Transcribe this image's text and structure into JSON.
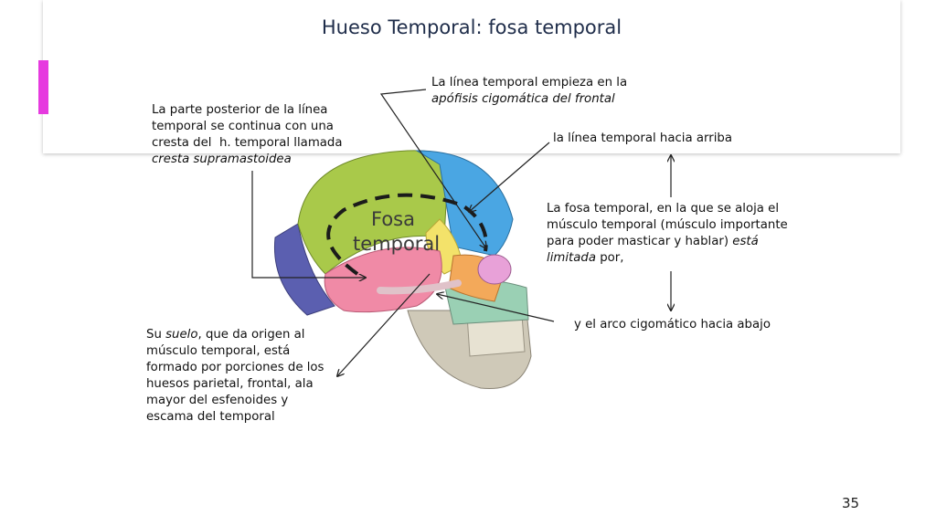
{
  "slide": {
    "title": "Hueso Temporal: fosa temporal",
    "number": "35"
  },
  "image_labels": {
    "line1": "Fosa",
    "line2": "temporal"
  },
  "notes": {
    "linea_inicio": {
      "text": "La línea temporal empieza en la",
      "em": "apófisis cigomática del frontal"
    },
    "posterior": {
      "line1": "La parte posterior de la línea",
      "line2": "temporal se continua con una",
      "line3": "cresta del  h. temporal llamada",
      "em": "cresta supramastoidea"
    },
    "arriba": "la línea temporal hacia arriba",
    "fosa": {
      "line1": "La fosa temporal, en la que se aloja el",
      "line2": "músculo temporal (músculo importante",
      "line3_a": "para poder masticar y hablar)",
      "line3_em": "está",
      "line4_em": "limitada",
      "line4_b": "por,"
    },
    "abajo": "y el arco cigomático hacia abajo",
    "suelo": {
      "a": "Su",
      "em": "suelo",
      "b": ", que da origen al",
      "line2": "músculo temporal, está",
      "line3": "formado por porciones de los",
      "line4": "huesos parietal, frontal, ala",
      "line5": "mayor del esfenoides y",
      "line6": "escama del temporal"
    }
  },
  "colors": {
    "accent": "#e63adf",
    "title": "#1f2d4a",
    "parietal": "#a9c94a",
    "frontal": "#4aa6e3",
    "occipital": "#5b5fb0",
    "temporal": "#f08aa6",
    "sphenoid": "#f3e26a",
    "zygomatic": "#f3a95a",
    "maxilla": "#9ad0b4",
    "mandible": "#cfc9b8"
  }
}
